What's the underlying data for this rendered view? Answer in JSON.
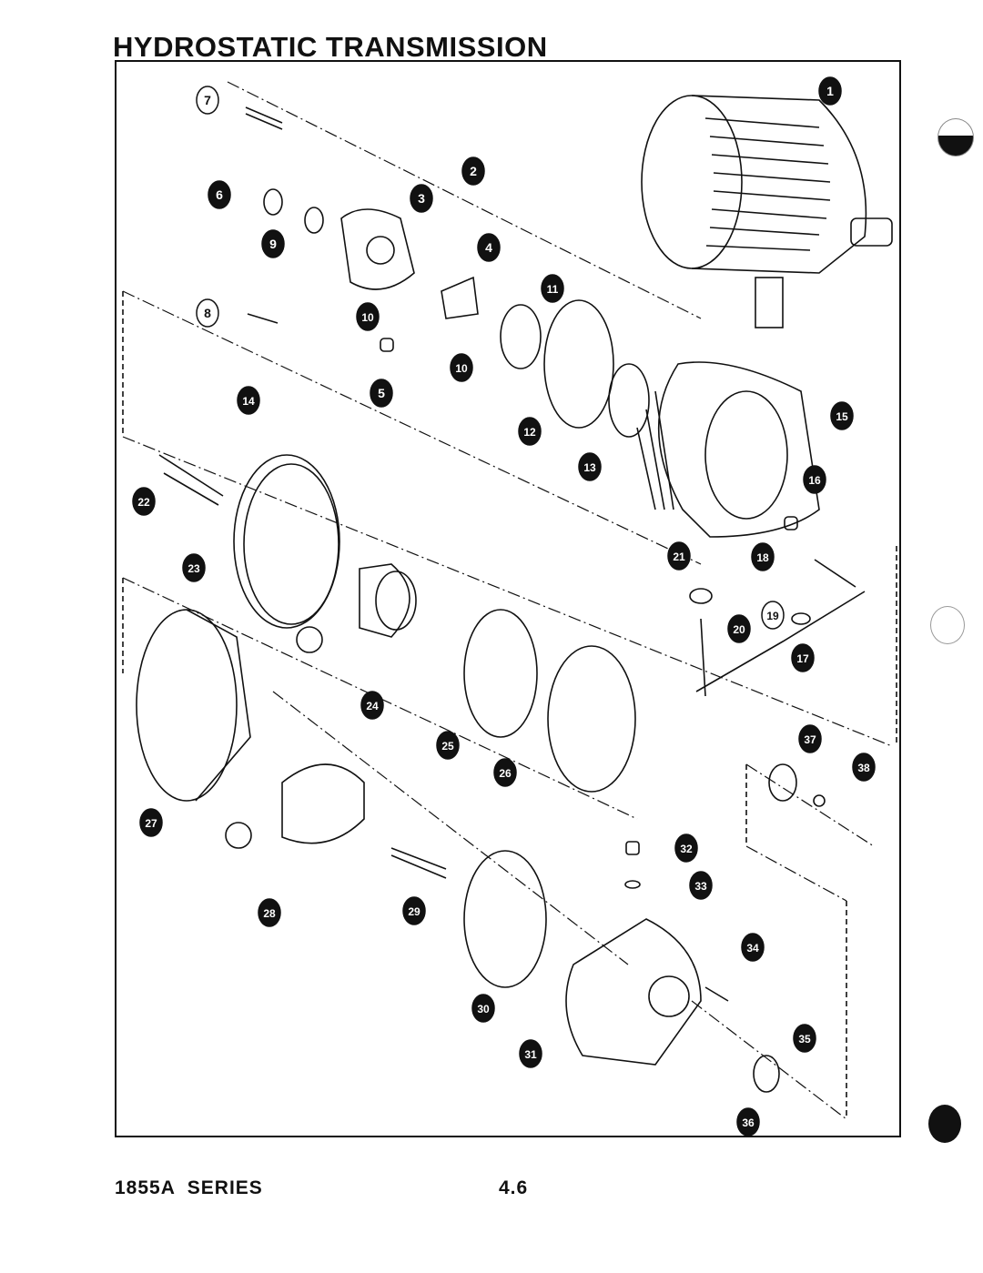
{
  "header": {
    "title": "HYDROSTATIC TRANSMISSION"
  },
  "diagram": {
    "callouts": [
      {
        "label": "1",
        "style": "filled"
      },
      {
        "label": "2",
        "style": "filled"
      },
      {
        "label": "3",
        "style": "filled"
      },
      {
        "label": "4",
        "style": "filled"
      },
      {
        "label": "5",
        "style": "filled"
      },
      {
        "label": "6",
        "style": "filled"
      },
      {
        "label": "7",
        "style": "outline"
      },
      {
        "label": "8",
        "style": "outline"
      },
      {
        "label": "9",
        "style": "filled"
      },
      {
        "label": "10",
        "style": "filled"
      },
      {
        "label": "10",
        "style": "filled"
      },
      {
        "label": "11",
        "style": "filled"
      },
      {
        "label": "12",
        "style": "filled"
      },
      {
        "label": "13",
        "style": "filled"
      },
      {
        "label": "14",
        "style": "filled"
      },
      {
        "label": "15",
        "style": "filled"
      },
      {
        "label": "16",
        "style": "filled"
      },
      {
        "label": "17",
        "style": "filled"
      },
      {
        "label": "18",
        "style": "filled"
      },
      {
        "label": "19",
        "style": "outline"
      },
      {
        "label": "20",
        "style": "filled"
      },
      {
        "label": "21",
        "style": "filled"
      },
      {
        "label": "22",
        "style": "filled"
      },
      {
        "label": "23",
        "style": "filled"
      },
      {
        "label": "24",
        "style": "filled"
      },
      {
        "label": "25",
        "style": "filled"
      },
      {
        "label": "26",
        "style": "filled"
      },
      {
        "label": "27",
        "style": "filled"
      },
      {
        "label": "28",
        "style": "filled"
      },
      {
        "label": "29",
        "style": "filled"
      },
      {
        "label": "30",
        "style": "filled"
      },
      {
        "label": "31",
        "style": "filled"
      },
      {
        "label": "32",
        "style": "filled"
      },
      {
        "label": "33",
        "style": "filled"
      },
      {
        "label": "34",
        "style": "filled"
      },
      {
        "label": "35",
        "style": "filled"
      },
      {
        "label": "36",
        "style": "filled"
      },
      {
        "label": "37",
        "style": "filled"
      },
      {
        "label": "38",
        "style": "filled"
      }
    ]
  },
  "footer": {
    "series": "1855A  SERIES",
    "page": "4.6"
  }
}
